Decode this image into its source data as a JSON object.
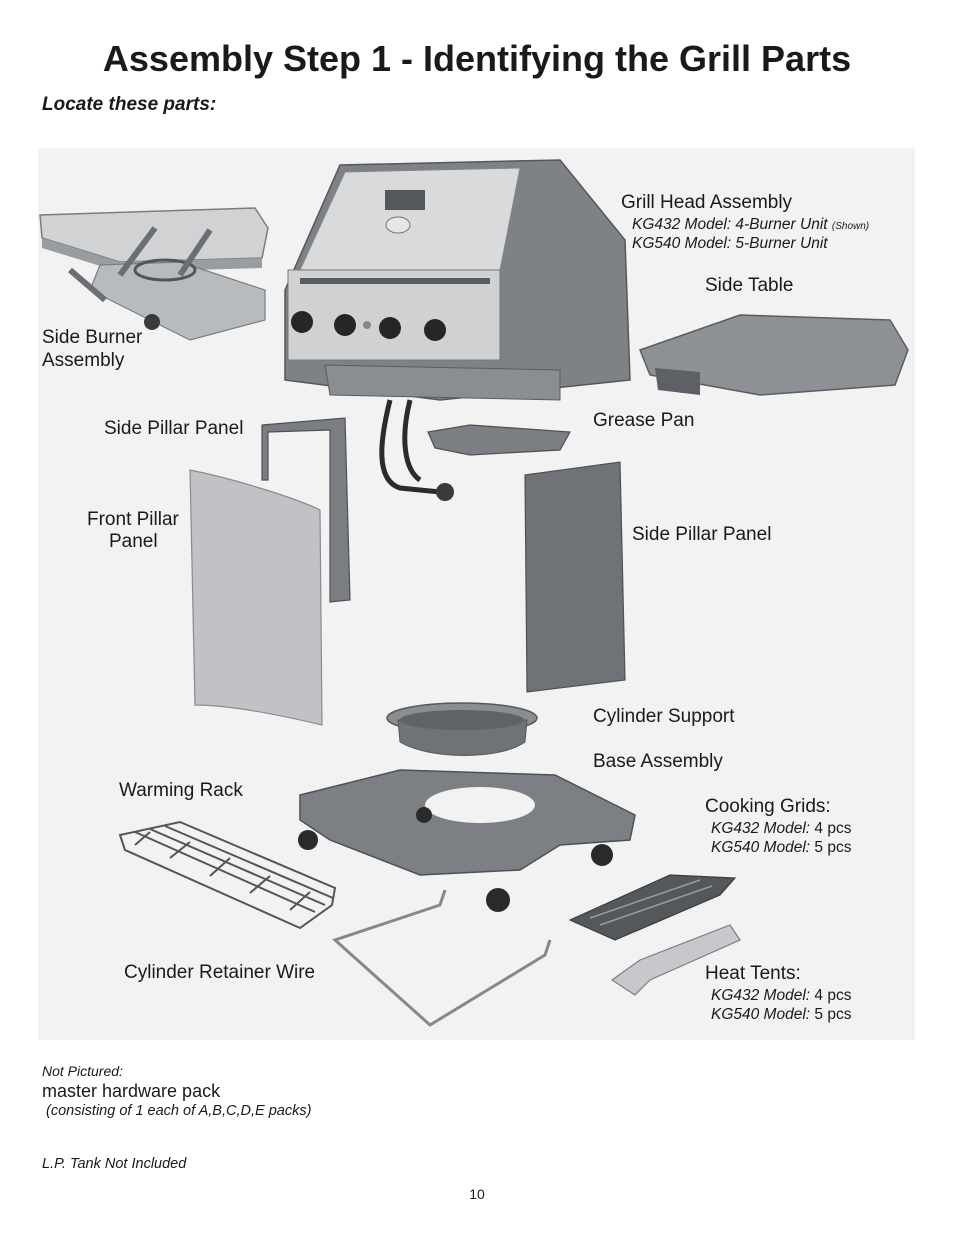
{
  "title": "Assembly Step 1 - Identifying the Grill Parts",
  "subtitle": "Locate these parts:",
  "parts": {
    "grill_head": {
      "label": "Grill Head Assembly",
      "line1": "KG432 Model: 4-Burner Unit",
      "line1_note": "(Shown)",
      "line2": "KG540 Model: 5-Burner Unit"
    },
    "side_table": "Side Table",
    "side_burner_line1": "Side Burner",
    "side_burner_line2": "Assembly",
    "side_pillar_left": "Side Pillar Panel",
    "grease_pan": "Grease Pan",
    "front_pillar_line1": "Front Pillar",
    "front_pillar_line2": "Panel",
    "side_pillar_right": "Side Pillar Panel",
    "cylinder_support": "Cylinder Support",
    "base_assembly": "Base Assembly",
    "warming_rack": "Warming Rack",
    "cooking_grids": {
      "label": "Cooking Grids:",
      "kg432_model": "KG432 Model:",
      "kg432_qty": "4 pcs",
      "kg540_model": "KG540 Model:",
      "kg540_qty": "5 pcs"
    },
    "cylinder_retainer_wire": "Cylinder Retainer Wire",
    "heat_tents": {
      "label": "Heat Tents:",
      "kg432_model": "KG432 Model:",
      "kg432_qty": "4 pcs",
      "kg540_model": "KG540 Model:",
      "kg540_qty": "5 pcs"
    }
  },
  "not_pictured": {
    "heading": "Not Pictured:",
    "item": "master hardware pack",
    "detail": "(consisting of 1 each of A,B,C,D,E packs)"
  },
  "lp_tank_note": "L.P. Tank Not Included",
  "page_number": "10",
  "colors": {
    "panel_bg": "#f2f2f2",
    "metal_dark": "#6b6e72",
    "metal_mid": "#8d9095",
    "metal_light": "#c4c6c9",
    "stainless": "#d9dadc"
  }
}
